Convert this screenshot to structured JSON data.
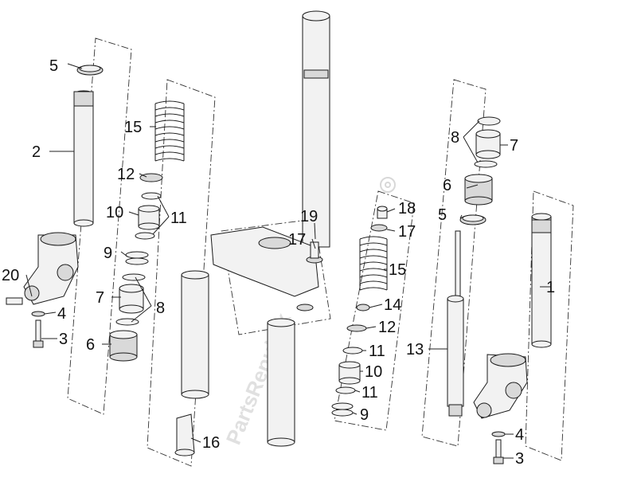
{
  "diagram": {
    "callouts": [
      "1",
      "2",
      "3",
      "3",
      "4",
      "4",
      "5",
      "5",
      "6",
      "6",
      "7",
      "7",
      "8",
      "8",
      "9",
      "9",
      "10",
      "10",
      "11",
      "11",
      "11",
      "12",
      "12",
      "13",
      "14",
      "15",
      "15",
      "16",
      "17",
      "17",
      "18",
      "19",
      "20"
    ],
    "watermark": "PartsRepublik"
  }
}
